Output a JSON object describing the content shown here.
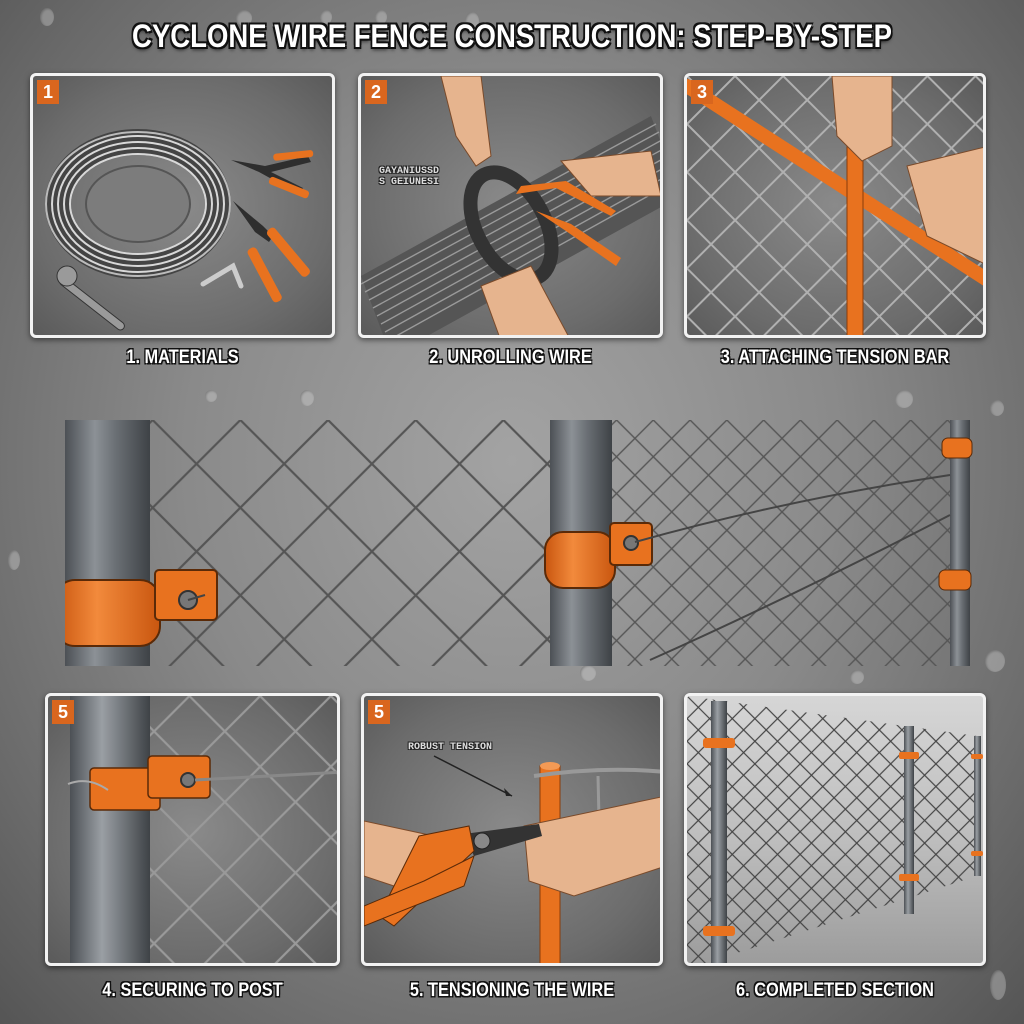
{
  "title": "CYCLONE WIRE FENCE CONSTRUCTION: STEP-BY-STEP",
  "colors": {
    "accent_orange": "#e8721f",
    "badge_orange": "#d9661e",
    "post_gray": "#6f7479",
    "background_gray": "#8a8a8a",
    "panel_border": "#f2f2f2"
  },
  "panels": [
    {
      "badge": "1",
      "caption": "1. MATERIALS",
      "items": [
        "wire-coil",
        "side-cutter-pliers",
        "lineman-pliers",
        "adjustable-wrench",
        "fence-tie-tool"
      ]
    },
    {
      "badge": "2",
      "caption": "2. UNROLLING WIRE",
      "overlay_label_line1": "GAYANIUSSD",
      "overlay_label_line2": "S GEIUNESI"
    },
    {
      "badge": "3",
      "caption": "3. ATTACHING TENSION BAR"
    },
    {
      "badge": "5",
      "caption": "4. SECURING TO POST"
    },
    {
      "badge": "5",
      "caption": "5. TENSIONING THE WIRE",
      "overlay_label": "ROBUST TENSION"
    },
    {
      "badge": "",
      "caption": "6. COMPLETED SECTION"
    }
  ],
  "hero": {
    "description": "Wide illustration of chain-link fence with posts and orange tension bands"
  }
}
